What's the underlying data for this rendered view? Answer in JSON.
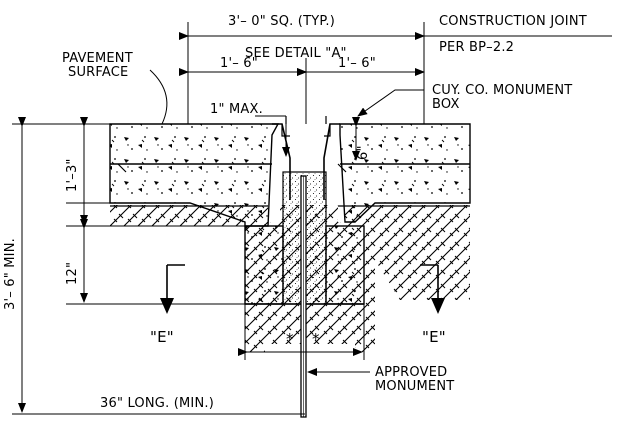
{
  "labels": {
    "square": "3'– 0\" SQ. (TYP.)",
    "detail": "SEE DETAIL \"A\"",
    "half_left": "1'– 6\"",
    "half_right": "1'– 6\"",
    "pavement_line1": "PAVEMENT",
    "pavement_line2": "SURFACE",
    "construction_line1": "CONSTRUCTION JOINT",
    "construction_line2": "PER BP–2.2",
    "monument_box_line1": "CUY. CO. MONUMENT",
    "monument_box_line2": "BOX",
    "max_gap": "1\" MAX.",
    "six_in": "6\"",
    "one_three": "1'–3\"",
    "twelve_in": "12\"",
    "total_depth": "3'– 6\" MIN.",
    "section_left": "\"E\"",
    "section_right": "\"E\"",
    "approved_line1": "APPROVED",
    "approved_line2": "MONUMENT",
    "long_min": "36\" LONG. (MIN.)"
  },
  "colors": {
    "ink": "#000000",
    "paper": "#ffffff"
  }
}
